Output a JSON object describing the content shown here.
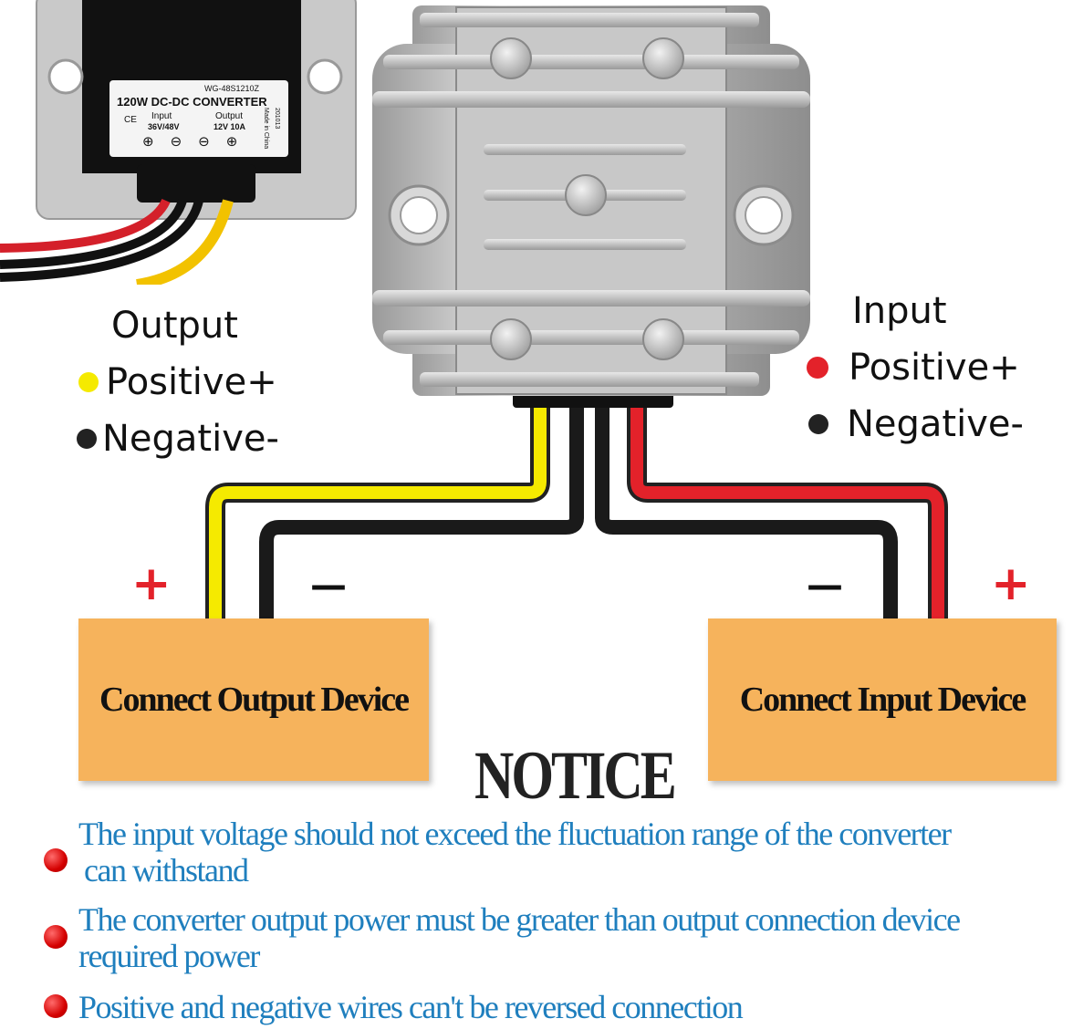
{
  "inset_photo": {
    "label_model": "WG-48S1210Z",
    "label_title": "120W DC-DC CONVERTER",
    "label_ce": "CE",
    "label_input": "Input",
    "label_input_voltage": "36V/48V",
    "label_output": "Output",
    "label_output_rating": "12V 10A",
    "label_made_in": "Made in China",
    "label_code": "201013"
  },
  "output_legend": {
    "title": "Output",
    "positive": "Positive+",
    "negative": "Negative-",
    "positive_color": "#f5ea00",
    "negative_color": "#222222"
  },
  "input_legend": {
    "title": "Input",
    "positive": "Positive+",
    "negative": "Negative-",
    "positive_color": "#e3222a",
    "negative_color": "#222222"
  },
  "signs": {
    "plus": "+",
    "minus": "—"
  },
  "devices": {
    "output": "Connect Output Device",
    "input": "Connect Input Device",
    "box_color": "#f6b35c"
  },
  "notice": {
    "title": "NOTICE",
    "items": [
      {
        "line1": "The input voltage  should not exceed the fluctuation range of the converter",
        "line2": "can withstand"
      },
      {
        "line1": "The converter output power must be  greater than output connection device",
        "line2": "required power"
      },
      {
        "line1": "Positive and negative wires can't be  reversed connection",
        "line2": ""
      }
    ],
    "text_color": "#1f7fbe",
    "bullet_color": "#e3222a"
  },
  "wire_colors": {
    "output_positive": "#f5ea00",
    "output_negative": "#1a1a1a",
    "input_positive": "#e3222a",
    "input_negative": "#1a1a1a"
  }
}
